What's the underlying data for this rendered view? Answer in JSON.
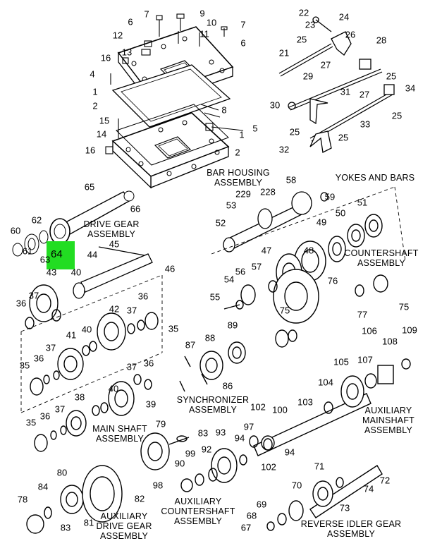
{
  "highlight": {
    "part": "64",
    "color": "#22dd22"
  },
  "assemblies": {
    "bar_housing": "BAR HOUSING\nASSEMBLY",
    "yokes_bars": "YOKES AND BARS",
    "drive_gear": "DRIVE GEAR\nASSEMBLY",
    "countershaft": "COUNTERSHAFT\nASSEMBLY",
    "synchronizer": "SYNCHRONIZER\nASSEMBLY",
    "auxiliary_mainshaft": "AUXILIARY\nMAINSHAFT\nASSEMBLY",
    "main_shaft": "MAIN SHAFT\nASSEMBLY",
    "auxiliary_drive_gear": "AUXILIARY\nDRIVE GEAR\nASSEMBLY",
    "auxiliary_countershaft": "AUXILIARY\nCOUNTERSHAFT\nASSEMBLY",
    "reverse_idler": "REVERSE IDLER GEAR\nASSEMBLY"
  },
  "callouts": {
    "c7a": "7",
    "c9": "9",
    "c6a": "6",
    "c10": "10",
    "c12": "12",
    "c11": "11",
    "c7b": "7",
    "c6b": "6",
    "c16a": "16",
    "c13": "13",
    "c4": "4",
    "c1a": "1",
    "c2a": "2",
    "c8": "8",
    "c15": "15",
    "c14": "14",
    "c5": "5",
    "c1b": "1",
    "c16b": "16",
    "c2b": "2",
    "c22": "22",
    "c24": "24",
    "c23": "23",
    "c25a": "25",
    "c26": "26",
    "c28": "28",
    "c21": "21",
    "c27a": "27",
    "c29": "29",
    "c25b": "25",
    "c31": "31",
    "c27b": "27",
    "c34": "34",
    "c30": "30",
    "c25c": "25",
    "c33": "33",
    "c25d": "25",
    "c25e": "25",
    "c32": "32",
    "c65": "65",
    "c66": "66",
    "c62": "62",
    "c60": "60",
    "c63": "63",
    "c61": "61",
    "c45": "45",
    "c44": "44",
    "c43": "43",
    "c40a": "40",
    "c46": "46",
    "c229": "229",
    "c228": "228",
    "c58": "58",
    "c53": "53",
    "c59": "59",
    "c52": "52",
    "c50": "50",
    "c51": "51",
    "c49": "49",
    "c47": "47",
    "c48": "48",
    "c36a": "36",
    "c37a": "37",
    "c42": "42",
    "c37b": "37",
    "c36b": "36",
    "c35a": "35",
    "c41": "41",
    "c40b": "40",
    "c37c": "37",
    "c35b": "35",
    "c36c": "36",
    "c37d": "37",
    "c36d": "36",
    "c38": "38",
    "c40c": "40",
    "c39": "39",
    "c37e": "37",
    "c35c": "35",
    "c36e": "36",
    "c54": "54",
    "c56": "56",
    "c57": "57",
    "c55": "55",
    "c76": "76",
    "c77": "77",
    "c75a": "75",
    "c75b": "75",
    "c87": "87",
    "c88": "88",
    "c89": "89",
    "c86": "86",
    "c106": "106",
    "c109": "109",
    "c108": "108",
    "c107": "107",
    "c105": "105",
    "c104": "104",
    "c103": "103",
    "c102a": "102",
    "c100": "100",
    "c97": "97",
    "c94a": "94",
    "c94b": "94",
    "c102b": "102",
    "c79": "79",
    "c83a": "83",
    "c93": "93",
    "c99": "99",
    "c92": "92",
    "c90": "90",
    "c98": "98",
    "c80": "80",
    "c84": "84",
    "c82": "82",
    "c78": "78",
    "c81": "81",
    "c83b": "83",
    "c71": "71",
    "c72": "72",
    "c74": "74",
    "c70": "70",
    "c73": "73",
    "c69": "69",
    "c68": "68",
    "c67": "67"
  }
}
